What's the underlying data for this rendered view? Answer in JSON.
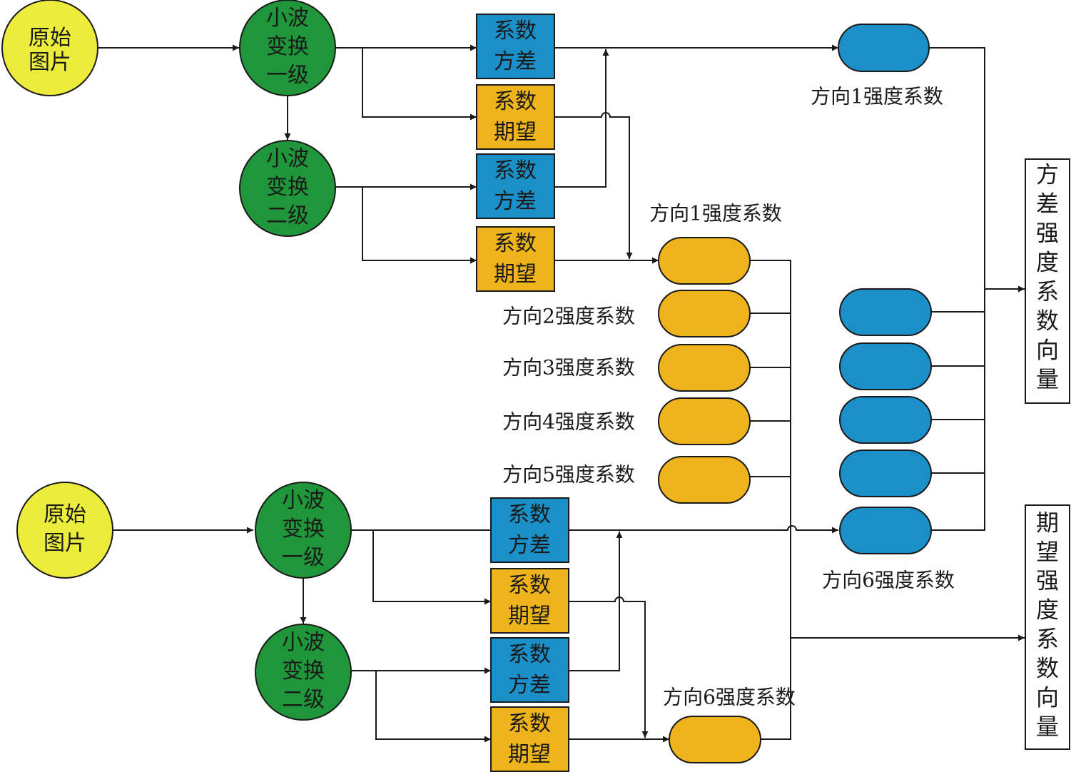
{
  "colors": {
    "source_fill": "#ecec3c",
    "wavelet_fill": "#1f9639",
    "variance_fill": "#1b90c8",
    "mean_fill": "#efb41c",
    "line": "#1a1a1a"
  },
  "nodes": {
    "top_source": [
      "原始",
      "图片"
    ],
    "top_wavelet_1": [
      "小波",
      "变换",
      "一级"
    ],
    "top_wavelet_2": [
      "小波",
      "变换",
      "二级"
    ],
    "bottom_source": [
      "原始",
      "图片"
    ],
    "bottom_wavelet_1": [
      "小波",
      "变换",
      "一级"
    ],
    "bottom_wavelet_2": [
      "小波",
      "变换",
      "二级"
    ],
    "variance": [
      "系数",
      "方差"
    ],
    "mean": [
      "系数",
      "期望"
    ]
  },
  "labels": {
    "top_blue": "方向1强度系数",
    "top_orange": "方向1强度系数",
    "dir2": "方向2强度系数",
    "dir3": "方向3强度系数",
    "dir4": "方向4强度系数",
    "dir5": "方向5强度系数",
    "bottom_blue": "方向6强度系数",
    "bottom_orange": "方向6强度系数"
  },
  "outputs": {
    "variance_vector": [
      "方",
      "差",
      "强",
      "度",
      "系",
      "数",
      "向",
      "量"
    ],
    "mean_vector": [
      "期",
      "望",
      "强",
      "度",
      "系",
      "数",
      "向",
      "量"
    ]
  }
}
